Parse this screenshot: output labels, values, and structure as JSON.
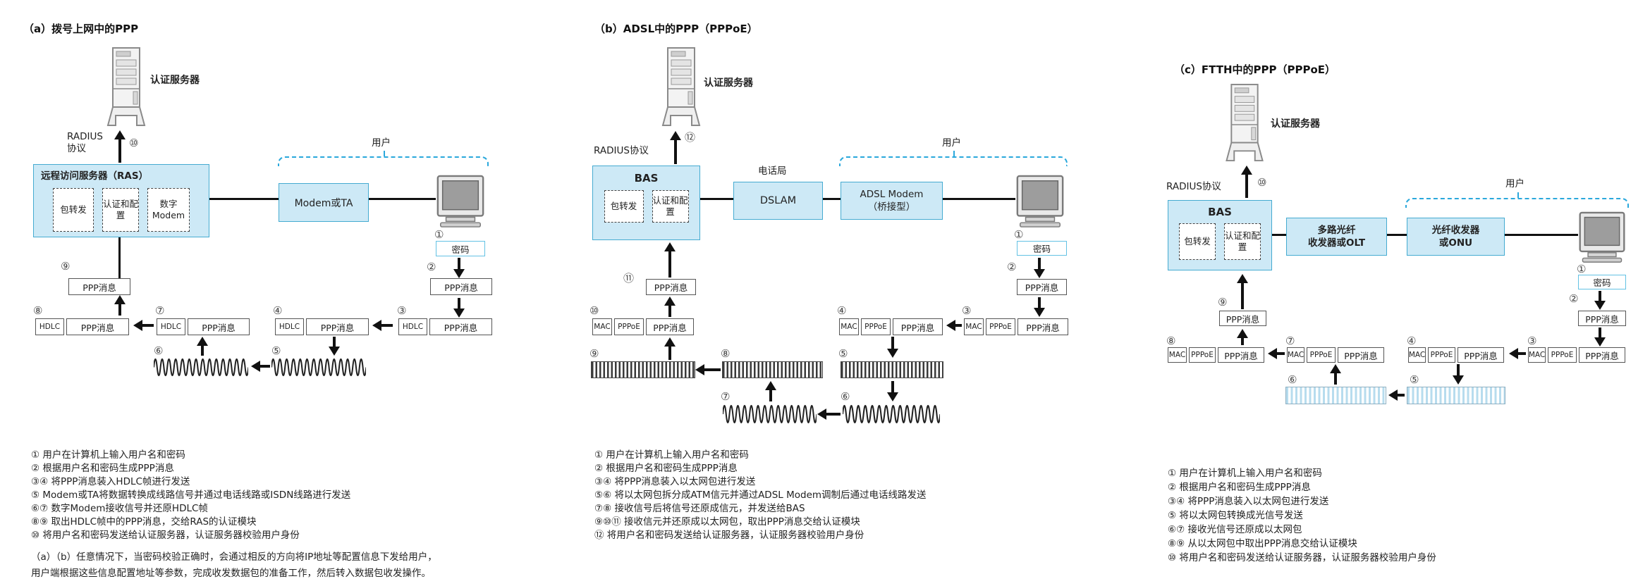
{
  "common": {
    "auth_server": "认证服务器",
    "user": "用户",
    "password": "密码",
    "ppp_msg": "PPP消息",
    "hdlc": "HDLC",
    "mac": "MAC",
    "pppoe": "PPPoE",
    "pkt_forward": "包转发",
    "auth_config": "认证和配置"
  },
  "marks": {
    "m1": "①",
    "m2": "②",
    "m3": "③",
    "m4": "④",
    "m5": "⑤",
    "m6": "⑥",
    "m7": "⑦",
    "m8": "⑧",
    "m9": "⑨",
    "m10": "⑩",
    "m11": "⑪",
    "m12": "⑫"
  },
  "panel_a": {
    "title": "（a）拨号上网中的PPP",
    "radius_line1": "RADIUS",
    "radius_line2": "协议",
    "ras_title": "远程访问服务器（RAS）",
    "digital_modem_line1": "数字",
    "digital_modem_line2": "Modem",
    "modem_or_ta": "Modem或TA",
    "footnotes": [
      "① 用户在计算机上输入用户名和密码",
      "② 根据用户名和密码生成PPP消息",
      "③④ 将PPP消息装入HDLC帧进行发送",
      "⑤ Modem或TA将数据转换成线路信号并通过电话线路或ISDN线路进行发送",
      "⑥⑦ 数字Modem接收信号并还原HDLC帧",
      "⑧⑨ 取出HDLC帧中的PPP消息，交给RAS的认证模块",
      "⑩ 将用户名和密码发送给认证服务器，认证服务器校验用户身份"
    ],
    "note_line1": "（a）（b）任意情况下，当密码校验正确时，会通过相反的方向将IP地址等配置信息下发给用户，",
    "note_line2": "用户端根据这些信息配置地址等参数，完成收发数据包的准备工作，然后转入数据包收发操作。"
  },
  "panel_b": {
    "title": "（b）ADSL中的PPP（PPPoE）",
    "radius": "RADIUS协议",
    "bas": "BAS",
    "phone_office": "电话局",
    "dslam": "DSLAM",
    "adsl_modem_line1": "ADSL Modem",
    "adsl_modem_line2": "（桥接型）",
    "footnotes": [
      "① 用户在计算机上输入用户名和密码",
      "② 根据用户名和密码生成PPP消息",
      "③④ 将PPP消息装入以太网包进行发送",
      "⑤⑥ 将以太网包拆分成ATM信元并通过ADSL Modem调制后通过电话线路发送",
      "⑦⑧ 接收信号后将信号还原成信元，并发送给BAS",
      "⑨⑩⑪ 接收信元并还原成以太网包，取出PPP消息交给认证模块",
      "⑫ 将用户名和密码发送给认证服务器，认证服务器校验用户身份"
    ]
  },
  "panel_c": {
    "title": "（c）FTTH中的PPP（PPPoE）",
    "radius": "RADIUS协议",
    "bas": "BAS",
    "olt_line1": "多路光纤",
    "olt_line2": "收发器或OLT",
    "onu_line1": "光纤收发器",
    "onu_line2": "或ONU",
    "footnotes": [
      "① 用户在计算机上输入用户名和密码",
      "② 根据用户名和密码生成PPP消息",
      "③④ 将PPP消息装入以太网包进行发送",
      "⑤ 将以太网包转换成光信号发送",
      "⑥⑦ 接收光信号还原成以太网包",
      "⑧⑨ 从以太网包中取出PPP消息交给认证模块",
      "⑩ 将用户名和密码发送给认证服务器，认证服务器校验用户身份"
    ]
  }
}
